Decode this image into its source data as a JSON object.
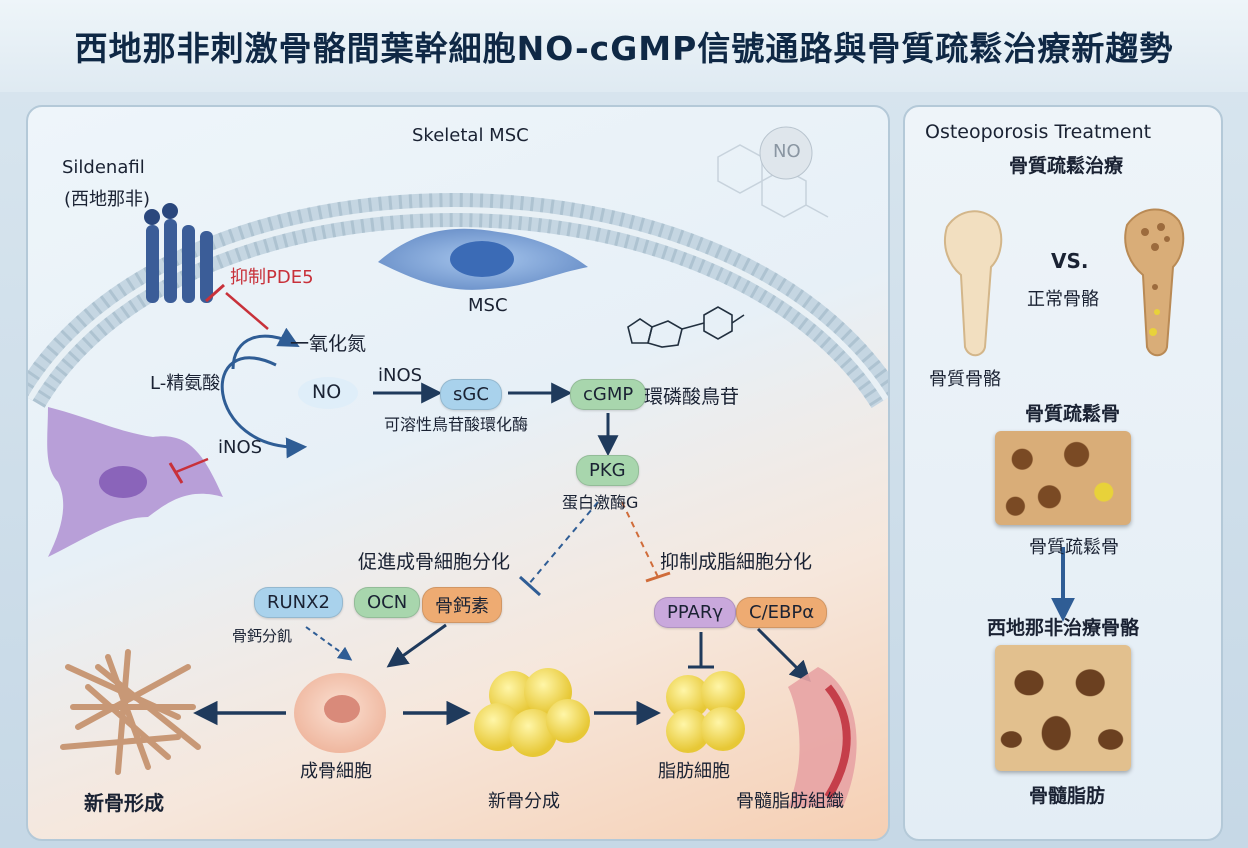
{
  "title": "西地那非刺激骨骼間葉幹細胞NO-cGMP信號通路與骨質疏鬆治療新趨勢",
  "main": {
    "panel_title": "Skeletal MSC",
    "sildenafil_en": "Sildenafil",
    "sildenafil_zh": "(西地那非)",
    "inhibit_pde5": "抑制PDE5",
    "msc_label": "MSC",
    "no_badge": "NO",
    "nitric_oxide_zh": "一氧化氮",
    "l_arginine": "L-精氨酸",
    "no_node": "NO",
    "inos_top": "iNOS",
    "inos_bottom": "iNOS",
    "sgc": "sGC",
    "sgc_zh": "可溶性鳥苷酸環化酶",
    "cgmp": "cGMP",
    "cgmp_zh": "環磷酸鳥苷",
    "pkg": "PKG",
    "pkg_zh": "蛋白激酶G",
    "promote_osteo": "促進成骨細胞分化",
    "inhibit_adipo": "抑制成脂細胞分化",
    "runx2": "RUNX2",
    "ocn": "OCN",
    "osteocalcin": "骨鈣素",
    "bone_calcium": "骨鈣分飢",
    "ppar": "PPARγ",
    "cebp": "C/EBPα",
    "osteoblast": "成骨細胞",
    "adipocyte": "脂肪細胞",
    "new_bone_formation": "新骨形成",
    "new_bone_diff": "新骨分成",
    "marrow_fat_tissue": "骨髓脂肪組織"
  },
  "side": {
    "title_en": "Osteoporosis Treatment",
    "title_zh": "骨質疏鬆治療",
    "vs": "VS.",
    "normal_bone": "正常骨骼",
    "bone_matrix": "骨質骨骼",
    "osteoporotic_bone": "骨質疏鬆骨",
    "osteoporotic_bone2": "骨質疏鬆骨",
    "sildenafil_treated": "西地那非治療骨骼",
    "marrow_fat": "骨髓脂肪"
  },
  "colors": {
    "title": "#0f2845",
    "arrow_dark": "#1f3a5c",
    "inhibit_red": "#c8313a",
    "pill_blue": "#a9d2ec",
    "pill_green": "#a8d6ad",
    "pill_orange": "#eeab72",
    "pill_purple": "#c9a8dc",
    "bone_tan": "#d9ad78"
  }
}
